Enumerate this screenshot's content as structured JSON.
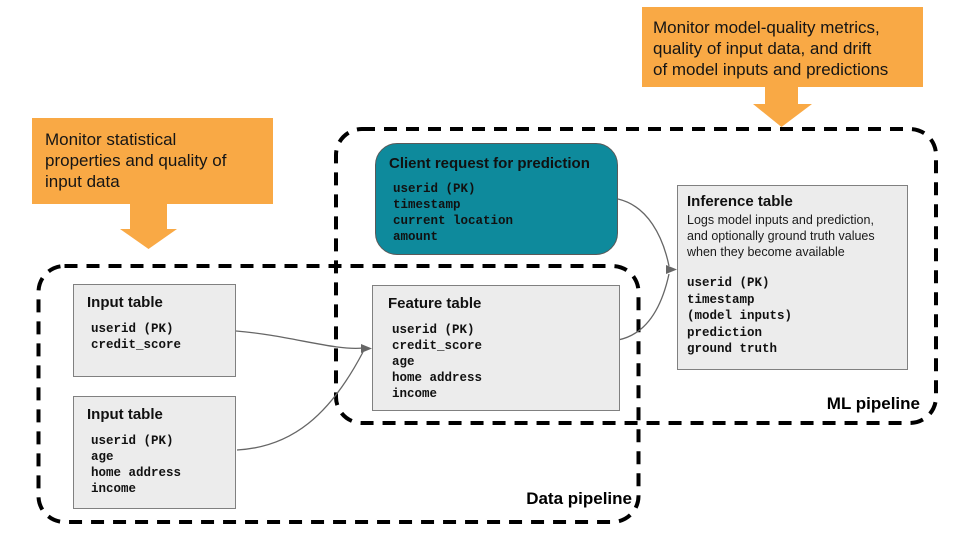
{
  "colors": {
    "orange": "#F9A945",
    "teal": "#0E8A9C",
    "box-fill": "#ECECEC",
    "box-border": "#808080",
    "connector": "#666666",
    "dash": "#000000"
  },
  "callouts": {
    "left": {
      "lines": [
        "Monitor statistical",
        "properties and quality of",
        "input data"
      ]
    },
    "right": {
      "lines": [
        "Monitor model-quality metrics,",
        "quality of input data, and drift",
        "of model inputs and predictions"
      ]
    }
  },
  "pipelines": {
    "data": {
      "label": "Data pipeline"
    },
    "ml": {
      "label": "ML pipeline"
    }
  },
  "nodes": {
    "client_request": {
      "title": "Client request for prediction",
      "fields": [
        "userid (PK)",
        "timestamp",
        "current location",
        "amount"
      ]
    },
    "input_table_1": {
      "title": "Input table",
      "fields": [
        "userid (PK)",
        "credit_score"
      ]
    },
    "input_table_2": {
      "title": "Input table",
      "fields": [
        "userid (PK)",
        "age",
        "home address",
        "income"
      ]
    },
    "feature_table": {
      "title": "Feature table",
      "fields": [
        "userid (PK)",
        "credit_score",
        "age",
        "home address",
        "income"
      ]
    },
    "inference_table": {
      "title": "Inference table",
      "description": [
        "Logs model inputs and prediction,",
        "and optionally ground truth values",
        "when they become available"
      ],
      "fields": [
        "userid (PK)",
        "timestamp",
        "(model inputs)",
        "prediction",
        "ground truth"
      ]
    }
  }
}
